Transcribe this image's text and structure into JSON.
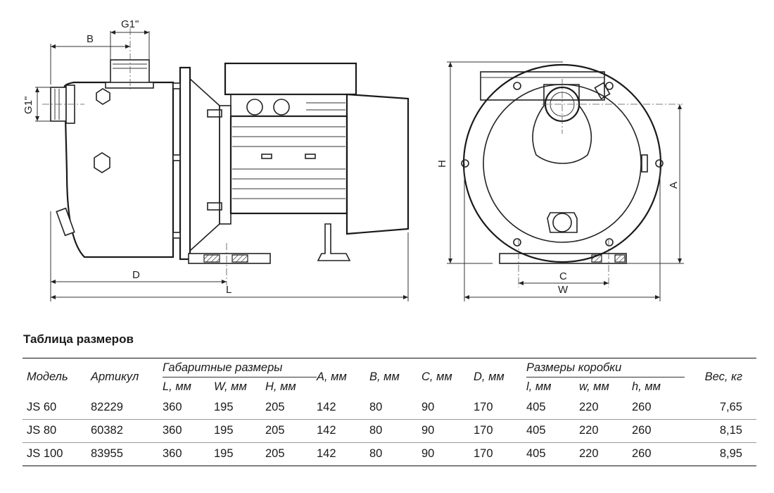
{
  "drawing": {
    "labels": {
      "g1_top": "G1\"",
      "g1_side": "G1\"",
      "b": "B",
      "d": "D",
      "l": "L",
      "h": "H",
      "a": "A",
      "c": "C",
      "w": "W"
    }
  },
  "table": {
    "title": "Таблица размеров",
    "headers": {
      "model": "Модель",
      "article": "Артикул",
      "overall_dims": "Габаритные размеры",
      "l_mm": "L, мм",
      "w_mm": "W, мм",
      "h_mm": "H, мм",
      "a_mm": "A, мм",
      "b_mm": "B, мм",
      "c_mm": "C, мм",
      "d_mm": "D, мм",
      "box_dims": "Размеры коробки",
      "box_l": "l, мм",
      "box_w": "w, мм",
      "box_h": "h, мм",
      "weight": "Вес, кг"
    },
    "rows": [
      {
        "model": "JS 60",
        "article": "82229",
        "L": "360",
        "W": "195",
        "H": "205",
        "A": "142",
        "B": "80",
        "C": "90",
        "D": "170",
        "bl": "405",
        "bw": "220",
        "bh": "260",
        "weight": "7,65"
      },
      {
        "model": "JS 80",
        "article": "60382",
        "L": "360",
        "W": "195",
        "H": "205",
        "A": "142",
        "B": "80",
        "C": "90",
        "D": "170",
        "bl": "405",
        "bw": "220",
        "bh": "260",
        "weight": "8,15"
      },
      {
        "model": "JS 100",
        "article": "83955",
        "L": "360",
        "W": "195",
        "H": "205",
        "A": "142",
        "B": "80",
        "C": "90",
        "D": "170",
        "bl": "405",
        "bw": "220",
        "bh": "260",
        "weight": "8,95"
      }
    ]
  }
}
